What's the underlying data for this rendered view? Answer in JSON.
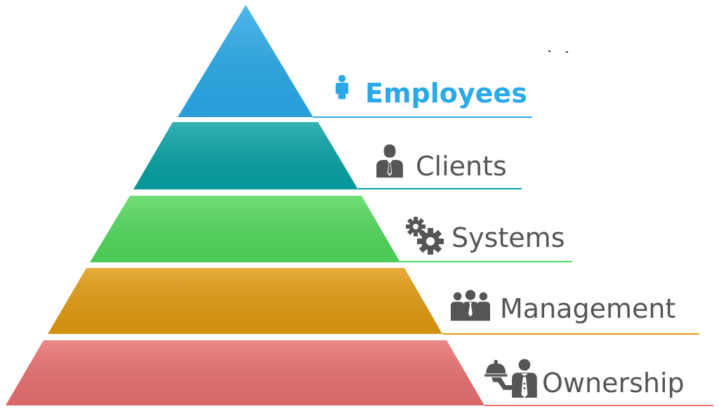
{
  "pyramid": {
    "levels": [
      {
        "label": "Employees",
        "icon": "person-icon",
        "color": "#2aa9e8",
        "label_color": "#2aa9e8",
        "label_bold": true
      },
      {
        "label": "Clients",
        "icon": "businessman-icon",
        "color": "#08a1a3",
        "label_color": "#555555",
        "label_bold": false
      },
      {
        "label": "Systems",
        "icon": "gears-icon",
        "color": "#52d85c",
        "label_color": "#555555",
        "label_bold": false
      },
      {
        "label": "Management",
        "icon": "team-icon",
        "color": "#e09a10",
        "label_color": "#555555",
        "label_bold": false
      },
      {
        "label": "Ownership",
        "icon": "butler-icon",
        "color": "#e87070",
        "label_color": "#555555",
        "label_bold": false
      }
    ],
    "icon_color": "#555555"
  }
}
